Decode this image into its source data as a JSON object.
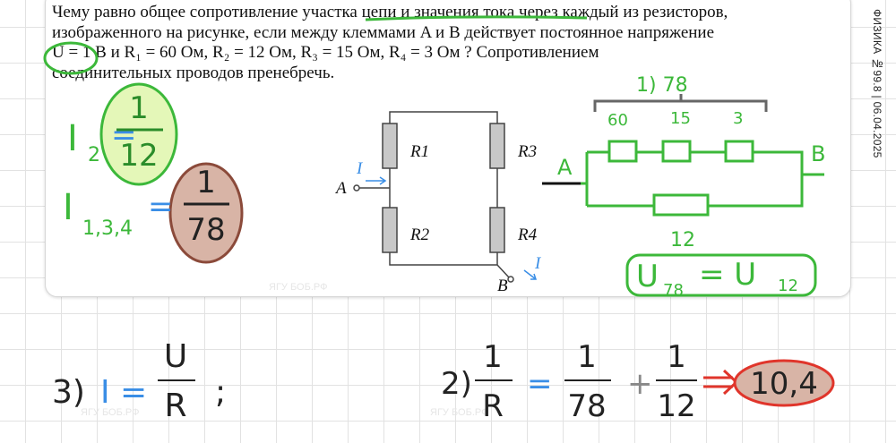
{
  "problem": {
    "line1": "Чему равно общее сопротивление участка цепи и значения тока через каждый из резисторов,",
    "line2": "изображенного на рисунке, если между клеммами A и B действует постоянное напряжение",
    "line3": "U = 1 B и  R₁ = 60 Ом, R₂ = 12 Ом, R₃ = 15 Ом, R₄ = 3 Ом ? Сопротивлением",
    "line4": "соединительных проводов пренебречь."
  },
  "side_label": "ФИЗИКА №99.8 | 06.04.2025",
  "watermark": "ЯГУ БОБ.РФ",
  "circuit": {
    "r1": "R1",
    "r2": "R2",
    "r3": "R3",
    "r4": "R4",
    "a": "A",
    "b": "B",
    "i": "I"
  },
  "notes": {
    "i2_label": "I",
    "i2_sub": "2",
    "i2_num": "1",
    "i2_den": "12",
    "i134_label": "I",
    "i134_sub": "1,3,4",
    "i134_num": "1",
    "i134_den": "78",
    "step1": "1)  78",
    "r60": "60",
    "r15": "15",
    "r3": "3",
    "node_a": "A",
    "node_b": "B",
    "r12": "12",
    "u_eq_left": "U",
    "u_eq_sub_left": "78",
    "u_eq_mid": "= U",
    "u_eq_sub_right": "12",
    "step3": "3)",
    "step3_i": "I =",
    "step3_num": "U",
    "step3_den": "R",
    "step3_semicolon": ";",
    "step2": "2)",
    "step2_lhs_num": "1",
    "step2_lhs_den": "R",
    "eq": "=",
    "s2_a_num": "1",
    "s2_a_den": "78",
    "plus": "+",
    "s2_b_num": "1",
    "s2_b_den": "12",
    "result": "10,4"
  },
  "colors": {
    "green": "#3cb83a",
    "blue": "#3a8ee6",
    "brown_fill": "#d8b4a6",
    "brown_stroke": "#8b4a3a",
    "lime_fill": "#e4f7b8",
    "red": "#e0352b"
  }
}
